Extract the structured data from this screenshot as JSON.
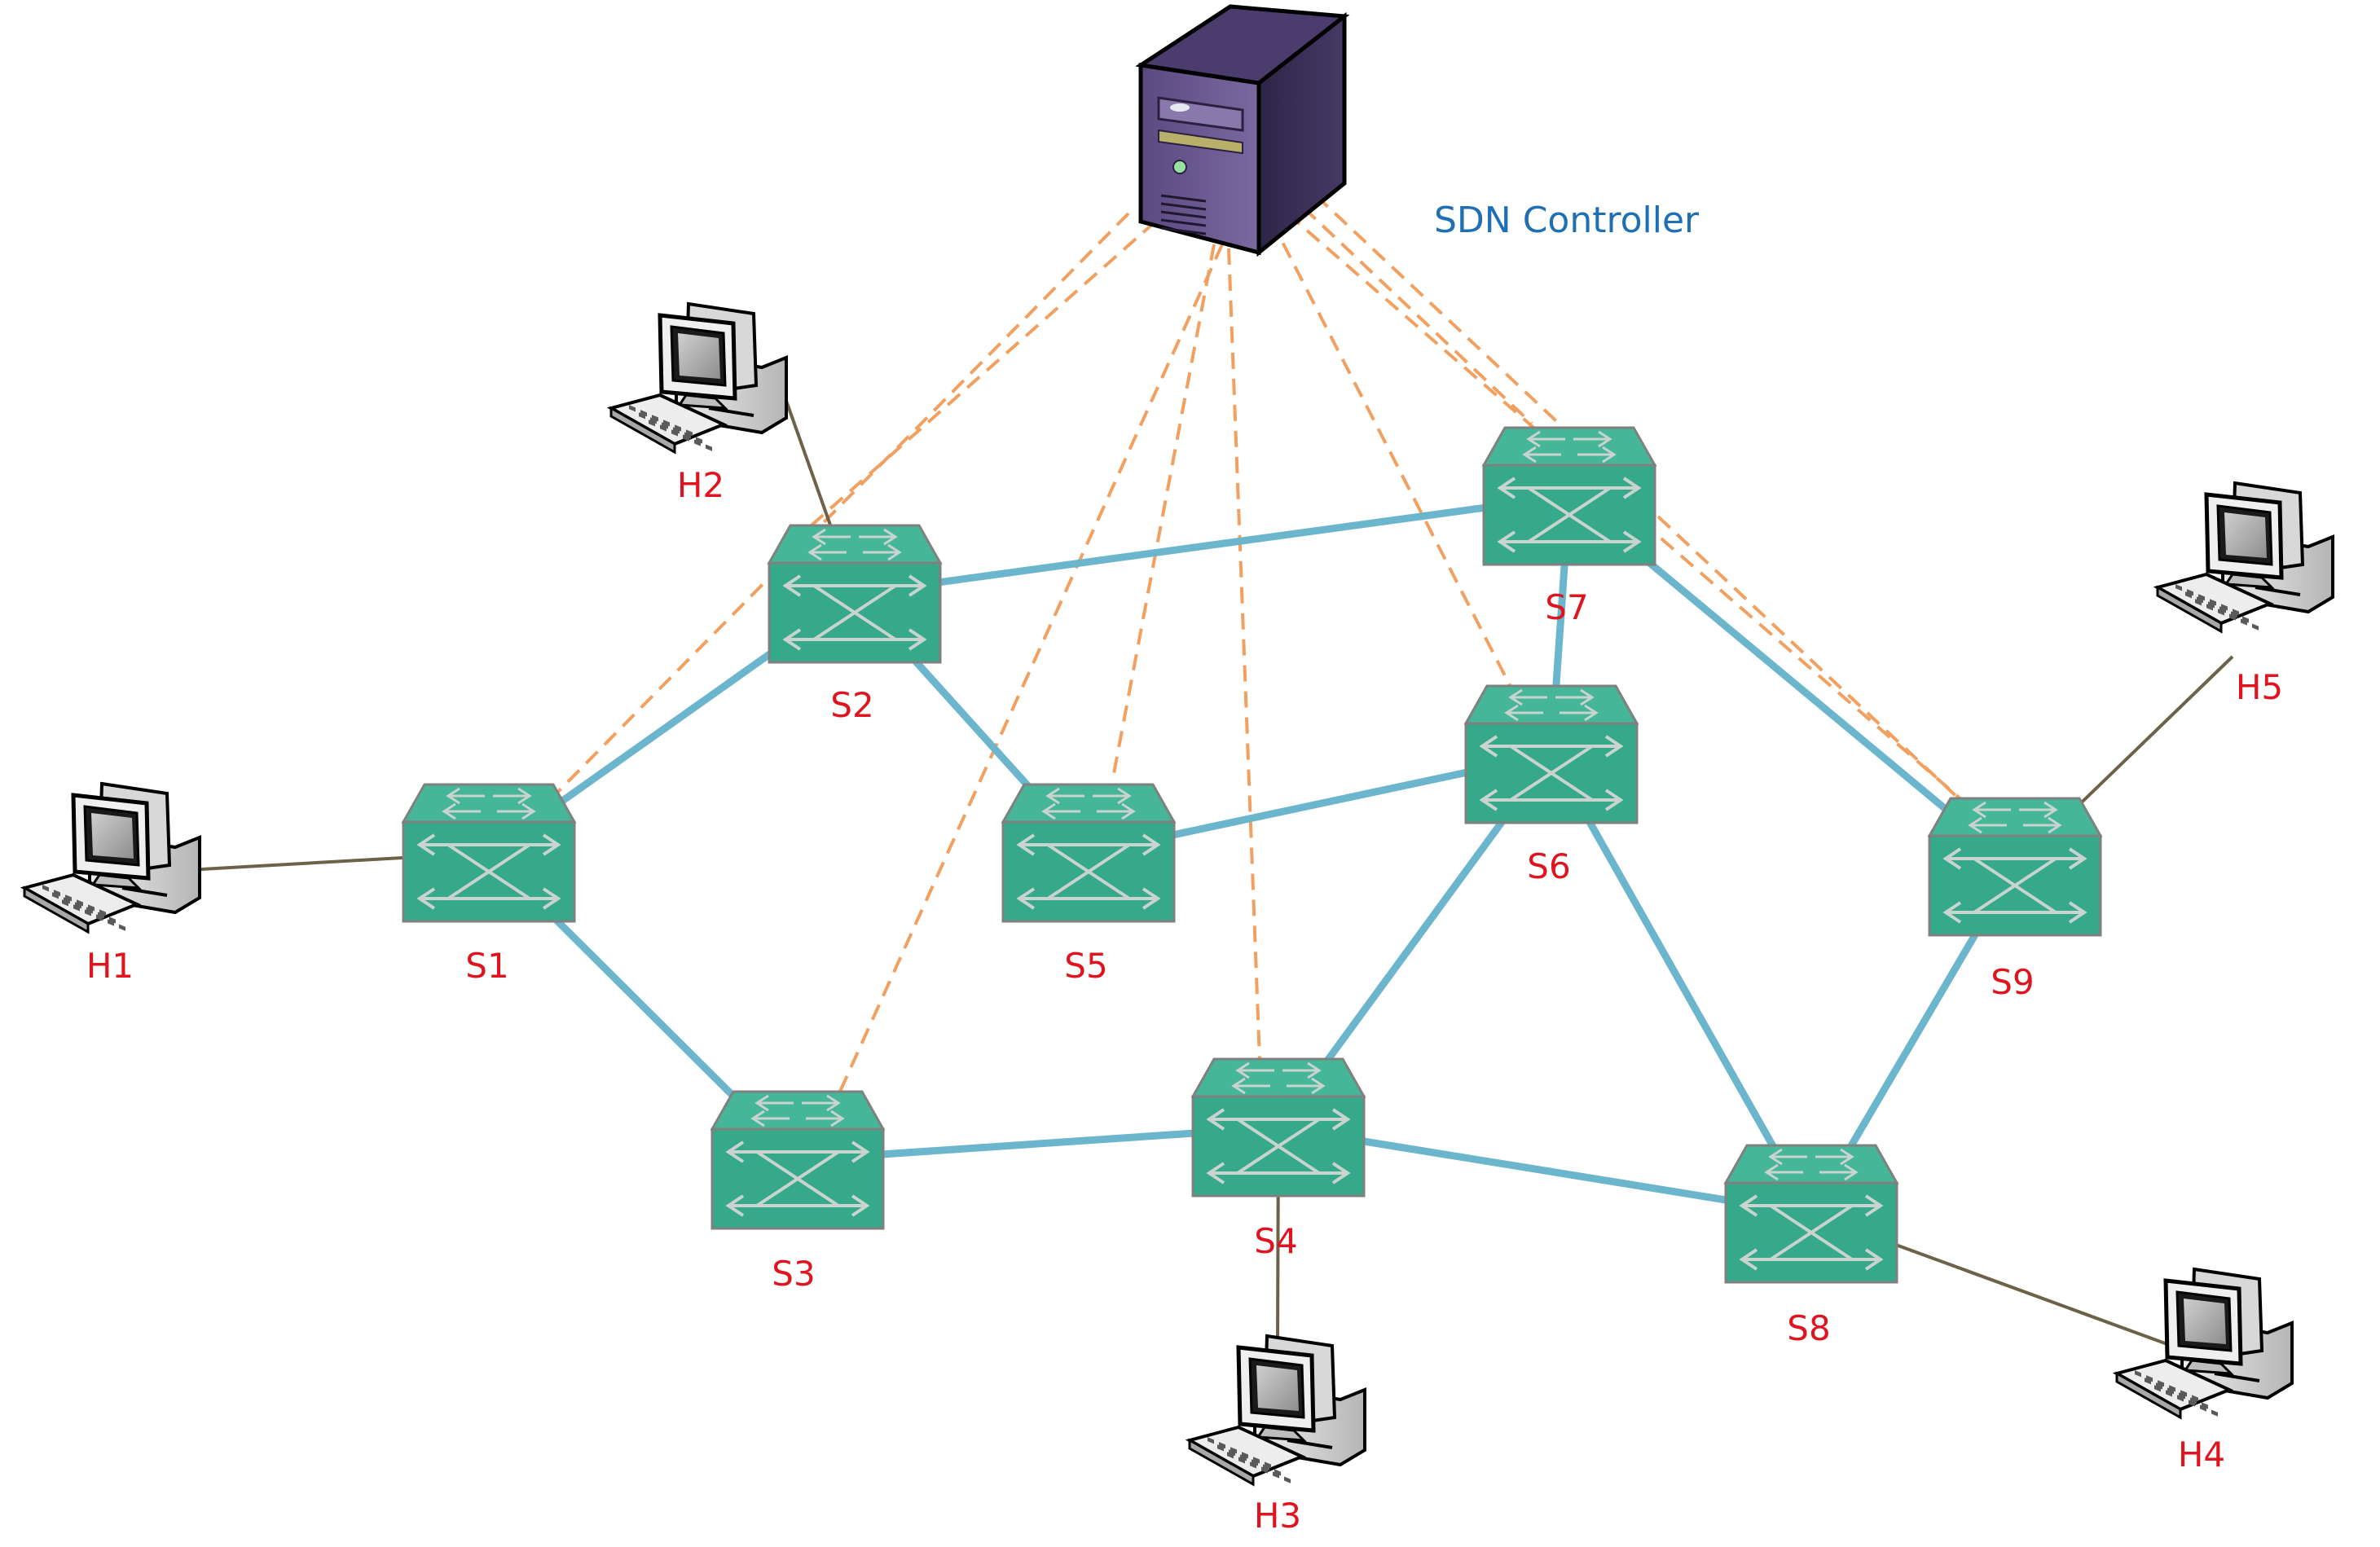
{
  "controller": {
    "label": "SDN Controller",
    "label_color": "#1F6FB4"
  },
  "colors": {
    "switch_fill": "#36A98A",
    "switch_top": "#45B697",
    "switch_stroke": "#808080",
    "switch_arrow": "#C9D3CF",
    "data_link": "#6BB6CC",
    "host_link": "#6B6248",
    "control_link": "#F2A060",
    "node_label": "#E0141E",
    "server_body": "#6B5A8E",
    "server_dark": "#3A2E58"
  },
  "icons": {
    "switch": "network-switch-icon",
    "host": "desktop-computer-icon",
    "controller": "server-tower-icon"
  },
  "switches": [
    {
      "id": "S1",
      "label": "S1"
    },
    {
      "id": "S2",
      "label": "S2"
    },
    {
      "id": "S3",
      "label": "S3"
    },
    {
      "id": "S4",
      "label": "S4"
    },
    {
      "id": "S5",
      "label": "S5"
    },
    {
      "id": "S6",
      "label": "S6"
    },
    {
      "id": "S7",
      "label": "S7"
    },
    {
      "id": "S8",
      "label": "S8"
    },
    {
      "id": "S9",
      "label": "S9"
    }
  ],
  "hosts": [
    {
      "id": "H1",
      "label": "H1",
      "attached_to": "S1"
    },
    {
      "id": "H2",
      "label": "H2",
      "attached_to": "S2"
    },
    {
      "id": "H3",
      "label": "H3",
      "attached_to": "S4"
    },
    {
      "id": "H4",
      "label": "H4",
      "attached_to": "S8"
    },
    {
      "id": "H5",
      "label": "H5",
      "attached_to": "S9"
    }
  ],
  "switch_links": [
    [
      "S1",
      "S2"
    ],
    [
      "S1",
      "S3"
    ],
    [
      "S2",
      "S5"
    ],
    [
      "S2",
      "S7"
    ],
    [
      "S3",
      "S4"
    ],
    [
      "S4",
      "S6"
    ],
    [
      "S4",
      "S8"
    ],
    [
      "S5",
      "S6"
    ],
    [
      "S6",
      "S7"
    ],
    [
      "S6",
      "S8"
    ],
    [
      "S7",
      "S9"
    ],
    [
      "S8",
      "S9"
    ]
  ],
  "control_links": [
    "S1",
    "S2",
    "S3",
    "S4",
    "S5",
    "S6",
    "S7",
    "S9"
  ]
}
